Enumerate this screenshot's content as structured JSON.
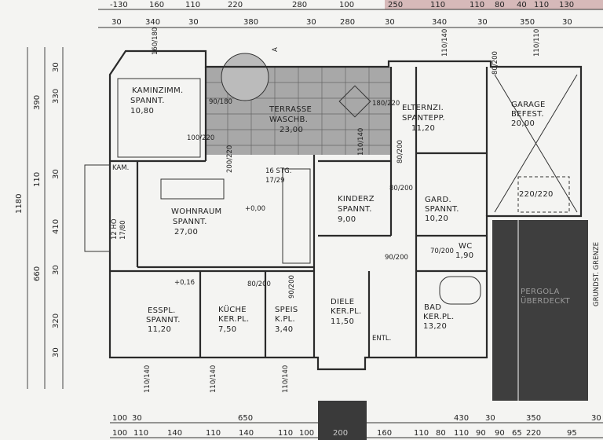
{
  "dimensions": {
    "top_row_1": [
      "-130",
      "160",
      "110",
      "220",
      "280",
      "100",
      "250",
      "110",
      "110",
      "80",
      "40",
      "110",
      "130"
    ],
    "top_row_2": [
      "30",
      "340",
      "30",
      "380",
      "30",
      "280",
      "30",
      "340",
      "30",
      "350",
      "30"
    ],
    "left_outer": "1180",
    "left_middle": [
      "390",
      "110",
      "660"
    ],
    "left_inner": [
      "30",
      "330",
      "30",
      "410",
      "30",
      "320",
      "30"
    ],
    "bottom_row_1": [
      "100",
      "30",
      "650",
      "430",
      "30",
      "350",
      "30"
    ],
    "bottom_row_2": [
      "100",
      "110",
      "140",
      "110",
      "140",
      "110",
      "100",
      "200",
      "160",
      "110",
      "80",
      "110",
      "90",
      "90",
      "65",
      "220",
      "95"
    ]
  },
  "rooms": {
    "kamin": {
      "name": "KAMINZIMM.",
      "floor": "SPANNT.",
      "area": "10,80"
    },
    "terrasse": {
      "name": "TERRASSE",
      "floor": "WASCHB.",
      "area": "23,00"
    },
    "eltern": {
      "name": "ELTERNZI.",
      "floor": "SPANTEPP.",
      "area": "11,20"
    },
    "garage": {
      "name": "GARAGE",
      "floor": "BEFEST.",
      "area": "20,00",
      "door": "220/220"
    },
    "kinder": {
      "name": "KINDERZ",
      "floor": "SPANNT.",
      "area": "9,00"
    },
    "gard": {
      "name": "GARD.",
      "floor": "SPANNT.",
      "area": "10,20"
    },
    "wohn": {
      "name": "WOHNRAUM",
      "floor": "SPANNT.",
      "area": "27,00"
    },
    "wc": {
      "name": "WC",
      "area": "1,90"
    },
    "essplatz": {
      "name": "ESSPL.",
      "floor": "SPANNT.",
      "area": "11,20"
    },
    "kueche": {
      "name": "KÜCHE",
      "floor": "KER.PL.",
      "area": "7,50"
    },
    "speis": {
      "name": "SPEIS",
      "floor": "K.PL.",
      "area": "3,40"
    },
    "diele": {
      "name": "DIELE",
      "floor": "KER.PL.",
      "area": "11,50"
    },
    "bad": {
      "name": "BAD",
      "floor": "KER.PL.",
      "area": "13,20"
    },
    "entl": {
      "name": "ENTL."
    },
    "pergola": {
      "name": "PERGOLA",
      "floor": "ÜBERDECKT"
    }
  },
  "annotations": {
    "kamin_label": "KAM.",
    "stairs": "16 STG.",
    "stairs_ratio": "17/29",
    "stairs_left": "12 HÖ",
    "stairs_left_ratio": "17/80",
    "level_0": "+0,00",
    "level_1": "+0,16",
    "section_mark": "A",
    "boundary": "GRUNDST. GRENZE",
    "openings": [
      "160/180",
      "90/180",
      "100/220",
      "200/220",
      "180/220",
      "110/140",
      "80/200",
      "110/140",
      "110/110",
      "80/200",
      "80/200",
      "90/200",
      "70/200",
      "80/200",
      "90/200",
      "110/140",
      "110/140",
      "110/140"
    ]
  },
  "colors": {
    "paper": "#f4f4f2",
    "terrace": "#a8a8a8",
    "pergola": "#3e3e3e",
    "top_strip": "#d6b9b9",
    "ink": "#2a2a2a"
  }
}
